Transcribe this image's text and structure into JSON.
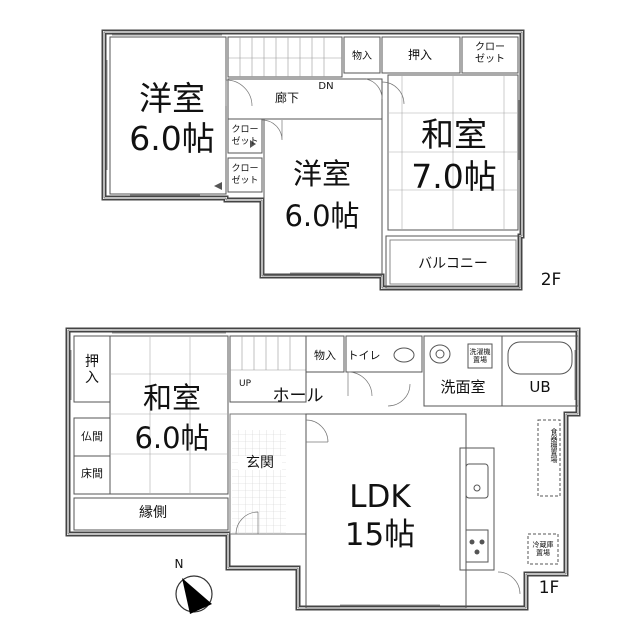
{
  "floor2": {
    "floor_label": "2F",
    "rooms": {
      "western_left": {
        "name": "洋室",
        "size": "6.0帖"
      },
      "corridor": {
        "name": "廊下"
      },
      "stair_dn": {
        "label": "DN"
      },
      "storage": {
        "label": "物入"
      },
      "oshiire": {
        "label": "押入"
      },
      "closet_top": {
        "line1": "クロー",
        "line2": "ゼット"
      },
      "closet_mid1": {
        "line1": "クロー",
        "line2": "ゼット"
      },
      "closet_mid2": {
        "line1": "クロー",
        "line2": "ゼット"
      },
      "western_center": {
        "name": "洋室",
        "size": "6.0帖"
      },
      "japanese": {
        "name": "和室",
        "size": "7.0帖"
      },
      "balcony": {
        "label": "バルコニー"
      }
    }
  },
  "floor1": {
    "floor_label": "1F",
    "rooms": {
      "oshiire": {
        "line1": "押",
        "line2": "入"
      },
      "butsuma": {
        "label": "仏間"
      },
      "tokonoma": {
        "label": "床間"
      },
      "japanese": {
        "name": "和室",
        "size": "6.0帖"
      },
      "engawa": {
        "label": "縁側"
      },
      "stair_up": {
        "label": "UP"
      },
      "storage": {
        "label": "物入"
      },
      "toilet": {
        "label": "トイレ"
      },
      "hall": {
        "label": "ホール"
      },
      "washer": {
        "line1": "洗濯機",
        "line2": "置場"
      },
      "washroom": {
        "label": "洗面室"
      },
      "bath": {
        "label": "UB"
      },
      "entrance": {
        "label": "玄関"
      },
      "ldk": {
        "name": "LDK",
        "size": "15帖"
      },
      "shelf": {
        "label": "食器棚置場"
      },
      "fridge": {
        "line1": "冷蔵庫",
        "line2": "置場"
      }
    }
  },
  "compass": {
    "label": "N"
  }
}
